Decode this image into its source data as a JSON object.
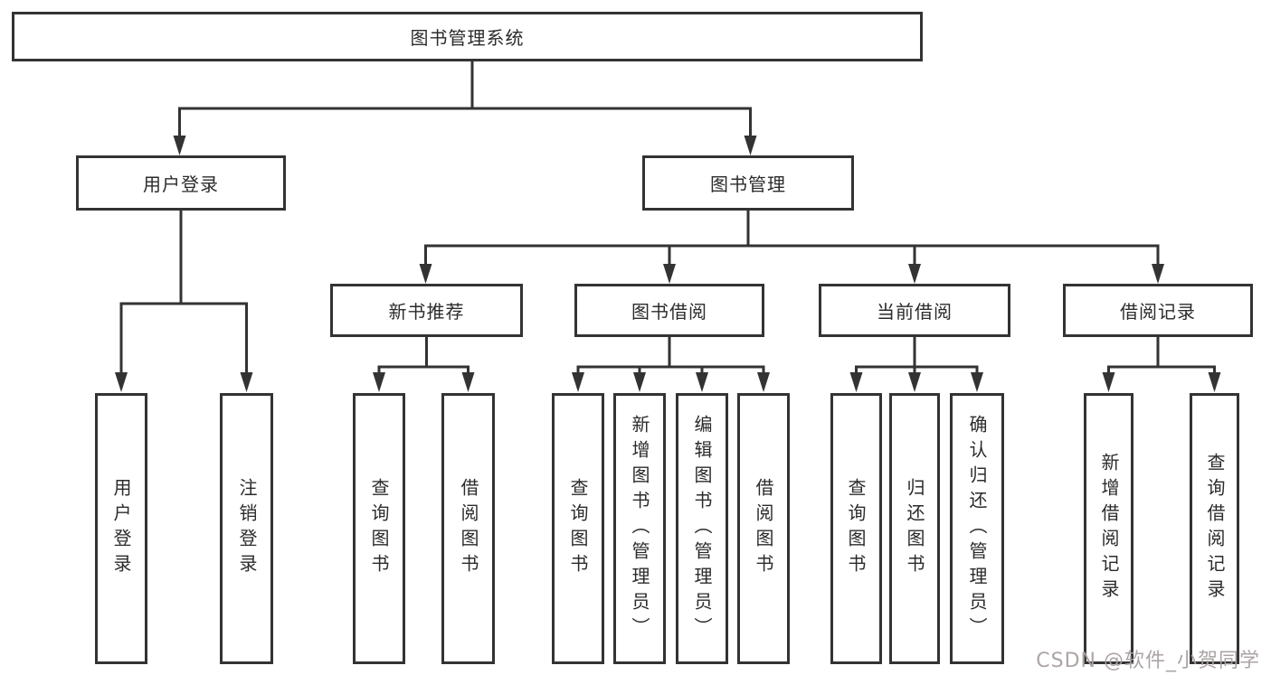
{
  "tree": {
    "label": "图书管理系统",
    "children": [
      {
        "label": "用户登录",
        "children": [
          {
            "label": "用户登录"
          },
          {
            "label": "注销登录"
          }
        ]
      },
      {
        "label": "图书管理",
        "children": [
          {
            "label": "新书推荐",
            "children": [
              {
                "label": "查询图书"
              },
              {
                "label": "借阅图书"
              }
            ]
          },
          {
            "label": "图书借阅",
            "children": [
              {
                "label": "查询图书"
              },
              {
                "label": "新增图书（管理员）"
              },
              {
                "label": "编辑图书（管理员）"
              },
              {
                "label": "借阅图书"
              }
            ]
          },
          {
            "label": "当前借阅",
            "children": [
              {
                "label": "查询图书"
              },
              {
                "label": "归还图书"
              },
              {
                "label": "确认归还（管理员）"
              }
            ]
          },
          {
            "label": "借阅记录",
            "children": [
              {
                "label": "新增借阅记录"
              },
              {
                "label": "查询借阅记录"
              }
            ]
          }
        ]
      }
    ]
  },
  "watermark": {
    "text": "CSDN @软件_小贺同学",
    "color": "#a8a0a0"
  },
  "colors": {
    "line": "#333333",
    "box_border": "#333333",
    "box_background": "#ffffff",
    "text": "#2b2b2b",
    "page_background": "#ffffff"
  }
}
